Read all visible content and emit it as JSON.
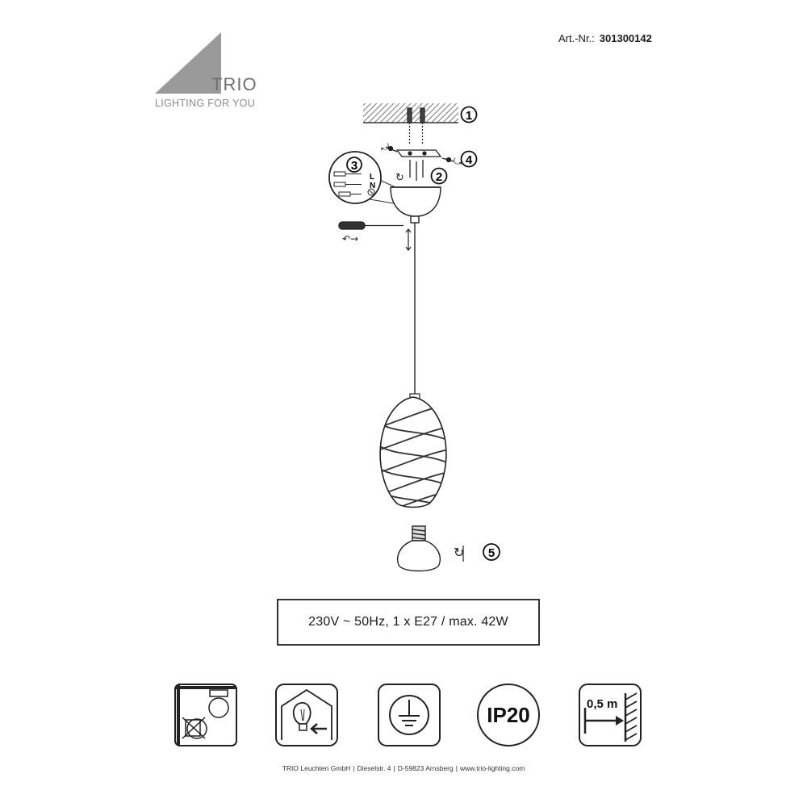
{
  "brand": {
    "name": "TRIO",
    "tagline": "LIGHTING FOR YOU"
  },
  "article": {
    "label": "Art.-Nr.:",
    "number": "301300142"
  },
  "steps": [
    "1",
    "2",
    "3",
    "4",
    "5"
  ],
  "wiring_labels": [
    "L",
    "N"
  ],
  "spec": "230V ~ 50Hz, 1 x E27  / max. 42W",
  "icons": [
    {
      "name": "no-insulated-ceiling-icon"
    },
    {
      "name": "indoor-use-only-icon"
    },
    {
      "name": "protective-earth-icon"
    },
    {
      "name": "ip-rating-icon",
      "label": "IP20"
    },
    {
      "name": "min-distance-icon",
      "label": "0,5 m"
    }
  ],
  "footer": {
    "company": "TRIO  Leuchten  GmbH",
    "street": "Dieselstr. 4",
    "city": "D-59823 Arnsberg",
    "web": "www.trio-lighting.com"
  },
  "colors": {
    "logo_gray": "#9a9a9a",
    "line": "#333333",
    "ceiling_hatch": "#888888"
  }
}
